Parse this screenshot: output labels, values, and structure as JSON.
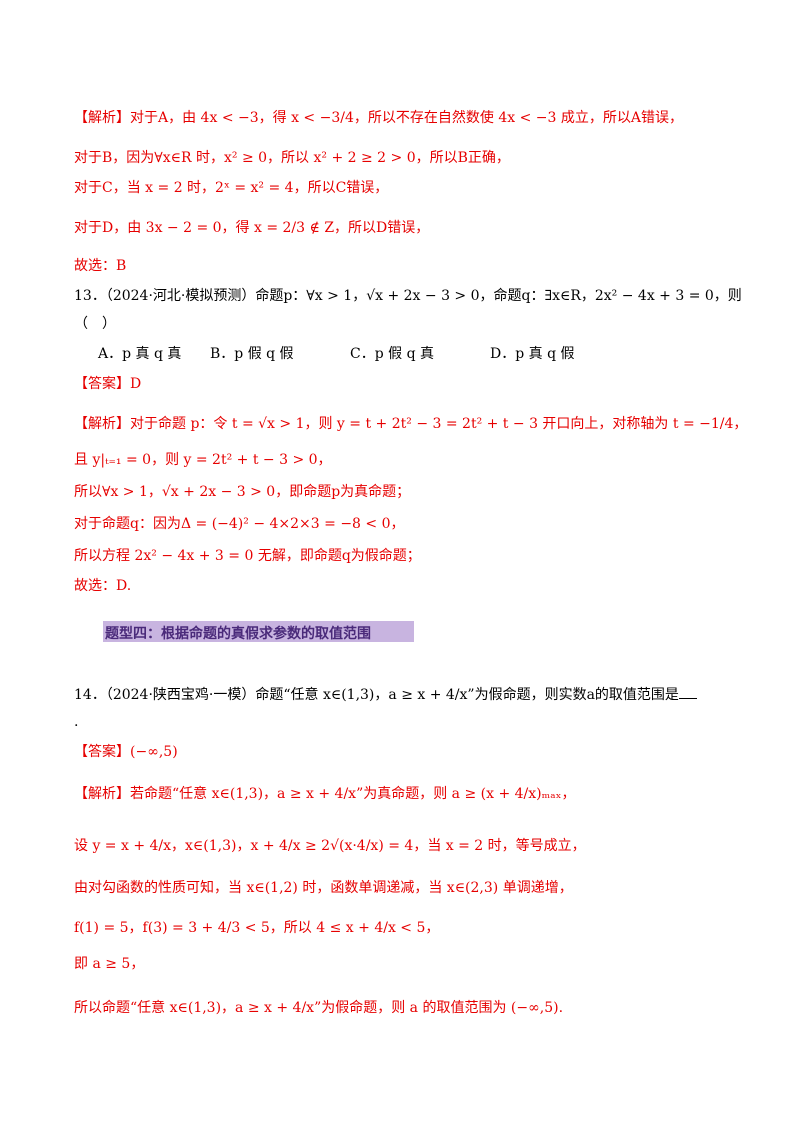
{
  "lines": {
    "l1": "【解析】对于A，由 4x < −3，得 x < −3/4，所以不存在自然数使 4x < −3 成立，所以A错误，",
    "l2": "对于B，因为∀x∈R 时，x² ≥ 0，所以 x² + 2 ≥ 2 > 0，所以B正确，",
    "l3": "对于C，当 x = 2 时，2ˣ = x² = 4，所以C错误，",
    "l4": "对于D，由 3x − 2 = 0，得 x = 2/3 ∉ Z，所以D错误，",
    "l5": "故选：B",
    "q13a": "13．（2024·河北·模拟预测）命题p：∀x > 1，√x + 2x − 3 > 0，命题q：∃x∈R，2x² − 4x + 3 = 0，则",
    "q13b": "（　）",
    "optA": "A．p 真 q 真",
    "optB": "B．p 假 q 假",
    "optC": "C．p 假 q 真",
    "optD": "D．p 真 q 假",
    "ans13": "【答案】D",
    "s1": "【解析】对于命题 p：令 t = √x > 1，则 y = t + 2t² − 3 = 2t² + t − 3 开口向上，对称轴为 t = −1/4，",
    "s2": "且 y|ₜ₌₁ = 0，则 y = 2t² + t − 3 > 0，",
    "s3": "所以∀x > 1，√x + 2x − 3 > 0，即命题p为真命题；",
    "s4": "对于命题q：因为Δ = (−4)² − 4×2×3 = −8 < 0，",
    "s5": "所以方程 2x² − 4x + 3 = 0 无解，即命题q为假命题；",
    "s6": "故选：D.",
    "section": "题型四：根据命题的真假求参数的取值范围",
    "q14a": "14．（2024·陕西宝鸡·一模）命题“任意 x∈(1,3)，a ≥ x + 4/x”为假命题，则实数a的取值范围是",
    "q14b": ".",
    "ans14": "【答案】(−∞,5)",
    "t1": "【解析】若命题“任意 x∈(1,3)，a ≥ x + 4/x”为真命题，则 a ≥ (x + 4/x)ₘₐₓ，",
    "t2": "设 y = x + 4/x，x∈(1,3)，x + 4/x ≥ 2√(x·4/x) = 4，当 x = 2 时，等号成立，",
    "t3": "由对勾函数的性质可知，当 x∈(1,2) 时，函数单调递减，当 x∈(2,3) 单调递增，",
    "t4": "f(1) = 5，f(3) = 3 + 4/3 < 5，所以 4 ≤ x + 4/x < 5，",
    "t5": "即 a ≥ 5，",
    "t6": "所以命题“任意 x∈(1,3)，a ≥ x + 4/x”为假命题，则 a 的取值范围为 (−∞,5)."
  }
}
